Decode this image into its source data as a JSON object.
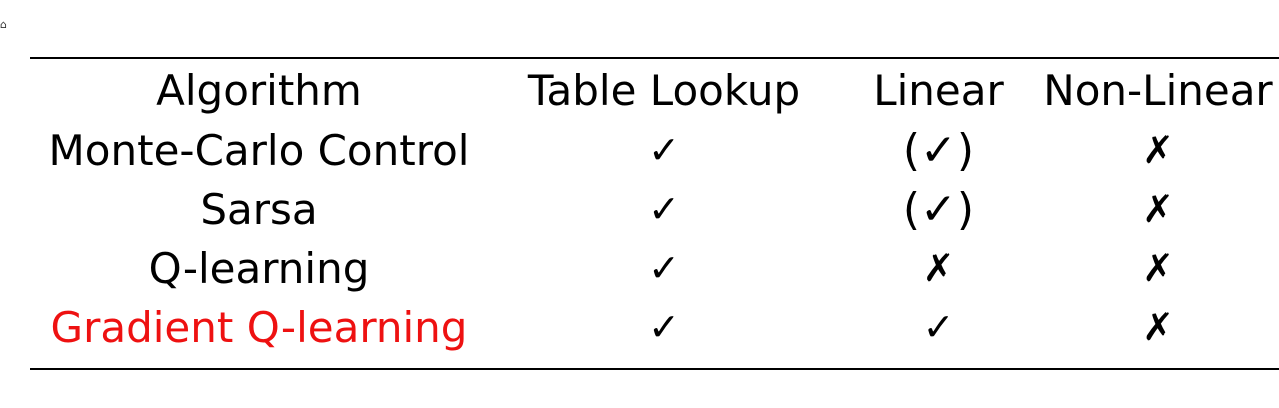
{
  "table": {
    "headers": [
      "Algorithm",
      "Table Lookup",
      "Linear",
      "Non-Linear"
    ],
    "rows": [
      {
        "algorithm": "Monte-Carlo Control",
        "table_lookup": "✓",
        "linear": "(✓)",
        "non_linear": "✗",
        "highlighted": false
      },
      {
        "algorithm": "Sarsa",
        "table_lookup": "✓",
        "linear": "(✓)",
        "non_linear": "✗",
        "highlighted": false
      },
      {
        "algorithm": "Q-learning",
        "table_lookup": "✓",
        "linear": "✗",
        "non_linear": "✗",
        "highlighted": false
      },
      {
        "algorithm": "Gradient Q-learning",
        "table_lookup": "✓",
        "linear": "✓",
        "non_linear": "✗",
        "highlighted": true
      }
    ]
  },
  "colors": {
    "text": "#000000",
    "highlight": "#ee1111",
    "background": "#ffffff"
  }
}
